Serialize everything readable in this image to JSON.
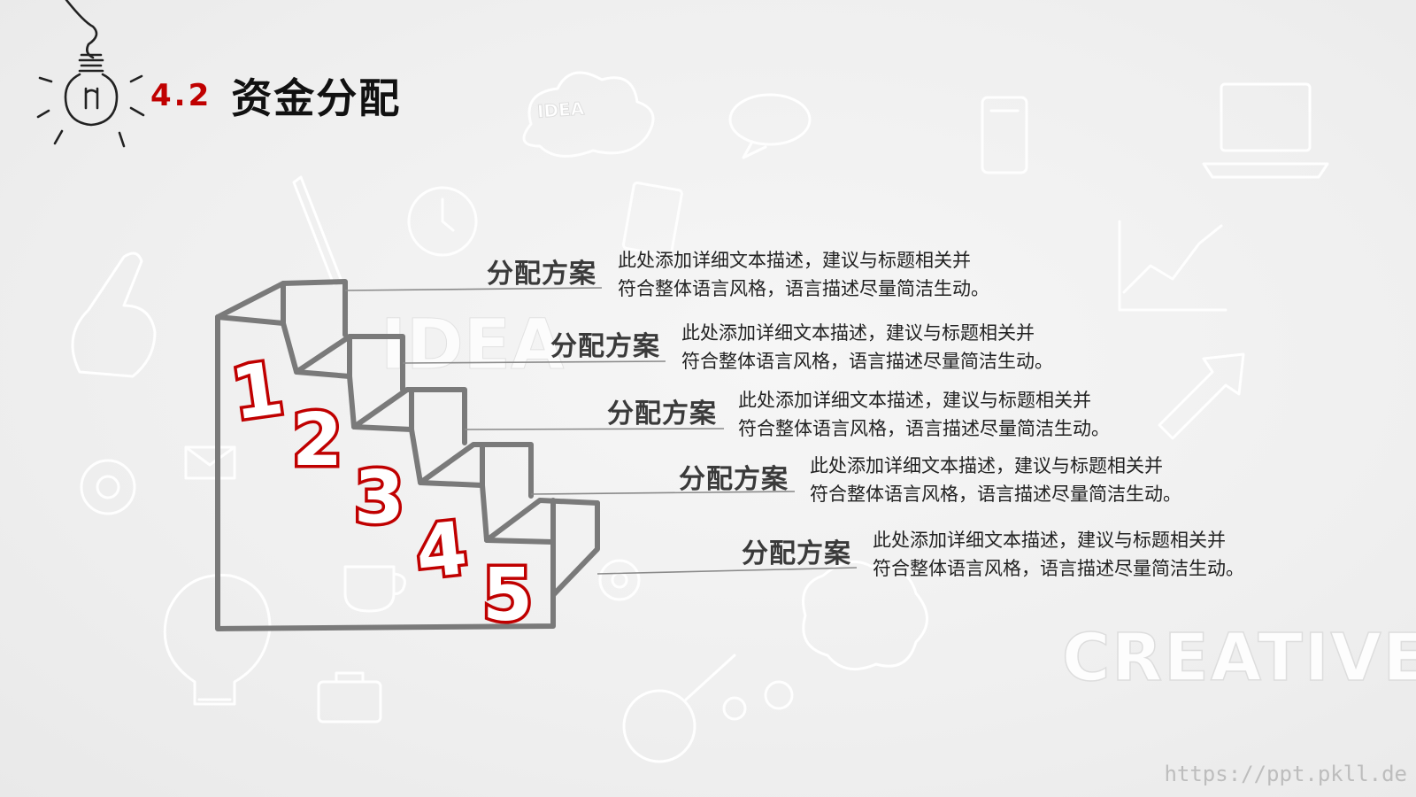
{
  "slide": {
    "section_number": "4.2",
    "title": "资金分配",
    "watermark": "https://ppt.pkll.de",
    "background_words": {
      "creative": "CREATIVE",
      "idea_small": "IDEA",
      "idea_large": "IDEA"
    }
  },
  "steps": [
    {
      "number": "1",
      "label": "分配方案",
      "desc_line1": "此处添加详细文本描述，建议与标题相关并",
      "desc_line2": "符合整体语言风格，语言描述尽量简洁生动。"
    },
    {
      "number": "2",
      "label": "分配方案",
      "desc_line1": "此处添加详细文本描述，建议与标题相关并",
      "desc_line2": "符合整体语言风格，语言描述尽量简洁生动。"
    },
    {
      "number": "3",
      "label": "分配方案",
      "desc_line1": "此处添加详细文本描述，建议与标题相关并",
      "desc_line2": "符合整体语言风格，语言描述尽量简洁生动。"
    },
    {
      "number": "4",
      "label": "分配方案",
      "desc_line1": "此处添加详细文本描述，建议与标题相关并",
      "desc_line2": "符合整体语言风格，语言描述尽量简洁生动。"
    },
    {
      "number": "5",
      "label": "分配方案",
      "desc_line1": "此处添加详细文本描述，建议与标题相关并",
      "desc_line2": "符合整体语言风格，语言描述尽量简洁生动。"
    }
  ],
  "colors": {
    "accent_red": "#c00000",
    "stair_stroke": "#7a7a7a",
    "text_dark": "#222222"
  }
}
